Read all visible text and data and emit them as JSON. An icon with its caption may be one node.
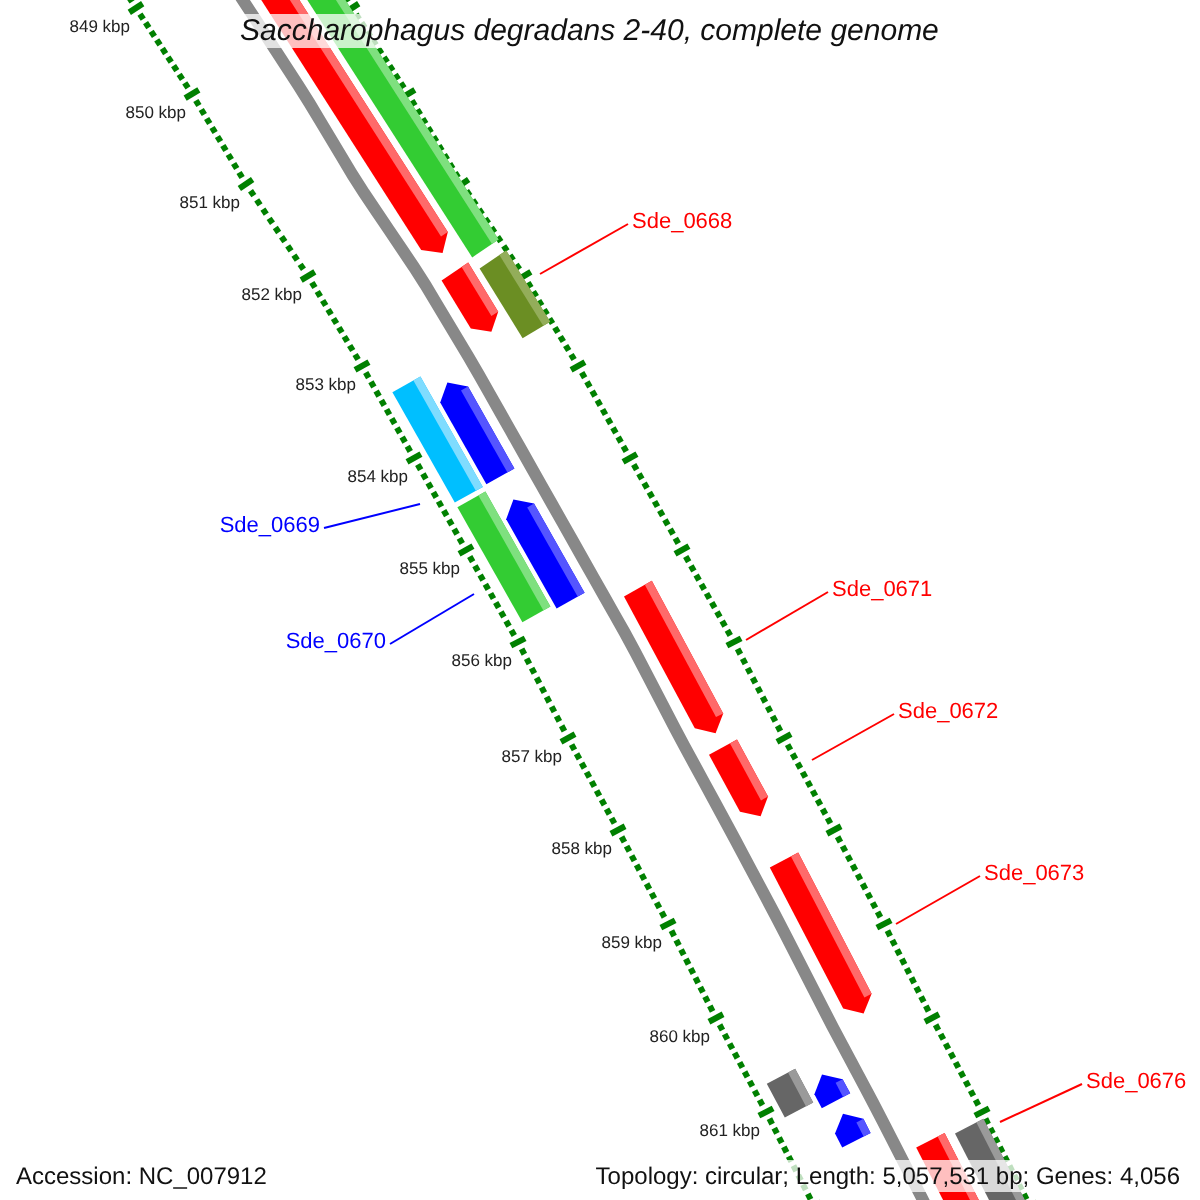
{
  "diagram": {
    "title": "Saccharophagus degradans 2-40, complete genome",
    "nodes": [
      {
        "text": [
          "Sde_0668"
        ]
      },
      {
        "text": [
          "Sde_0669"
        ]
      },
      {
        "text": [
          "Sde_0670"
        ]
      },
      {
        "text": [
          "Sde_0671"
        ]
      },
      {
        "text": [
          "Sde_0672"
        ]
      },
      {
        "text": [
          "Sde_0673"
        ]
      },
      {
        "text": [
          "Sde_0676"
        ]
      }
    ],
    "edges": [
      {
        "from": 0,
        "to": null,
        "arrow": "none"
      },
      {
        "from": 1,
        "to": null,
        "arrow": "none",
        "color": "#0000ff"
      },
      {
        "from": 2,
        "to": null,
        "arrow": "none",
        "color": "#0000ff"
      },
      {
        "from": 3,
        "to": null,
        "arrow": "none"
      },
      {
        "from": 4,
        "to": null,
        "arrow": "none"
      },
      {
        "from": 5,
        "to": null,
        "arrow": "none"
      },
      {
        "from": 6,
        "to": null,
        "arrow": "none"
      }
    ],
    "labels": [
      "849 kbp",
      "850 kbp",
      "851 kbp",
      "852 kbp",
      "853 kbp",
      "854 kbp",
      "855 kbp",
      "856 kbp",
      "857 kbp",
      "858 kbp",
      "859 kbp",
      "860 kbp",
      "861 kbp",
      "Accession: NC_007912",
      "Topology: circular; Length: 5,057,531 bp; Genes: 4,056"
    ]
  }
}
